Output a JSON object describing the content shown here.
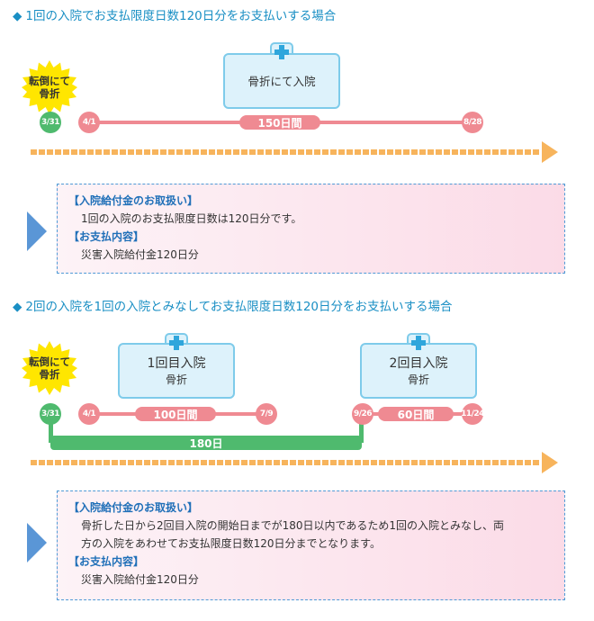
{
  "section1": {
    "heading": "1回の入院でお支払限度日数120日分をお支払いする場合",
    "event": {
      "line1": "転倒にて",
      "line2": "骨折"
    },
    "event_date": "3/31",
    "start_date": "4/1",
    "end_date": "8/28",
    "duration_label": "150日間",
    "hospital_label": "骨折にて入院",
    "box": {
      "h1": "【入院給付金のお取扱い】",
      "t1": "1回の入院のお支払限度日数は120日分です。",
      "h2": "【お支払内容】",
      "t2": "災害入院給付金120日分"
    }
  },
  "section2": {
    "heading": "2回の入院を1回の入院とみなしてお支払限度日数120日分をお支払いする場合",
    "event": {
      "line1": "転倒にて",
      "line2": "骨折"
    },
    "event_date": "3/31",
    "hosp1": {
      "title": "1回目入院",
      "sub": "骨折",
      "start": "4/1",
      "end": "7/9",
      "duration": "100日間"
    },
    "hosp2": {
      "title": "2回目入院",
      "sub": "骨折",
      "start": "9/26",
      "end": "11/24",
      "duration": "60日間"
    },
    "span_label": "180日",
    "box": {
      "h1": "【入院給付金のお取扱い】",
      "t1a": "骨折した日から2回目入院の開始日までが180日以内であるため1回の入院とみなし、両",
      "t1b": "方の入院をあわせてお支払限度日数120日分までとなります。",
      "h2": "【お支払内容】",
      "t2": "災害入院給付金120日分"
    }
  },
  "colors": {
    "heading": "#1a8fc4",
    "pink": "#ef8a92",
    "green": "#4fba6e",
    "orange_arrow": "#f7b45c",
    "hospital_border": "#7ecbea",
    "box_border": "#4f9ad6"
  }
}
